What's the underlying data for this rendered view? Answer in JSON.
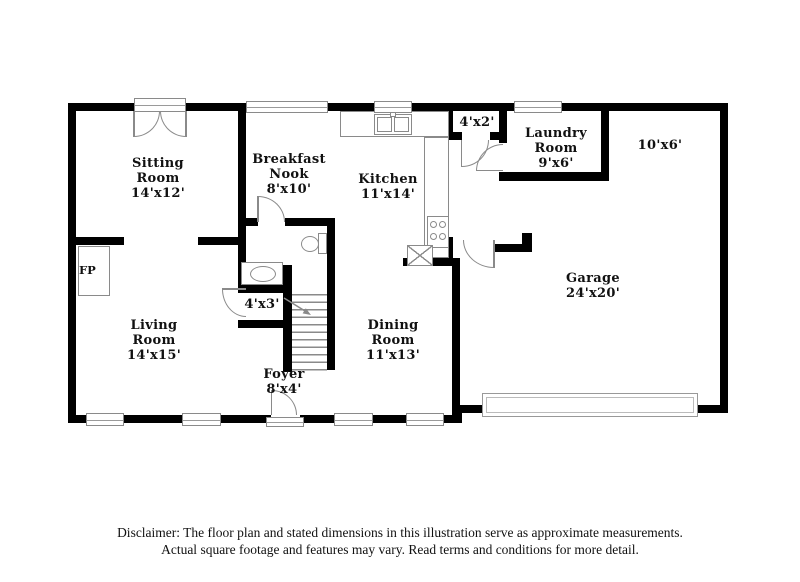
{
  "rooms": {
    "sitting": {
      "lines": [
        "Sitting",
        "Room",
        "14'x12'"
      ]
    },
    "breakfast_nook": {
      "lines": [
        "Breakfast",
        "Nook",
        "8'x10'"
      ]
    },
    "kitchen": {
      "lines": [
        "Kitchen",
        "11'x14'"
      ]
    },
    "closet": {
      "lines": [
        "4'x2'"
      ]
    },
    "laundry": {
      "lines": [
        "Laundry",
        "Room",
        "9'x6'"
      ]
    },
    "storage": {
      "lines": [
        "10'x6'"
      ]
    },
    "garage": {
      "lines": [
        "Garage",
        "24'x20'"
      ]
    },
    "living": {
      "lines": [
        "Living",
        "Room",
        "14'x15'"
      ]
    },
    "half_bath": {
      "lines": [
        "4'x3'"
      ]
    },
    "dining": {
      "lines": [
        "Dining",
        "Room",
        "11'x13'"
      ]
    },
    "foyer": {
      "lines": [
        "Foyer",
        "8'x4'"
      ]
    },
    "fireplace": {
      "label": "FP"
    }
  },
  "disclaimer": {
    "line1": "Disclaimer: The floor plan and stated dimensions in this illustration serve as approximate measurements.",
    "line2": "Actual square footage and features may vary. Read terms and conditions for more detail."
  },
  "fixtures": [
    "kitchen-sink",
    "stove",
    "dishwasher",
    "toilet",
    "vanity-sink",
    "fireplace",
    "stairs",
    "garage-door",
    "front-door",
    "french-doors",
    "window"
  ],
  "colors": {
    "wall": "#000000",
    "fixture_line": "#8a8a8a",
    "text": "#111111",
    "background": "#ffffff"
  }
}
